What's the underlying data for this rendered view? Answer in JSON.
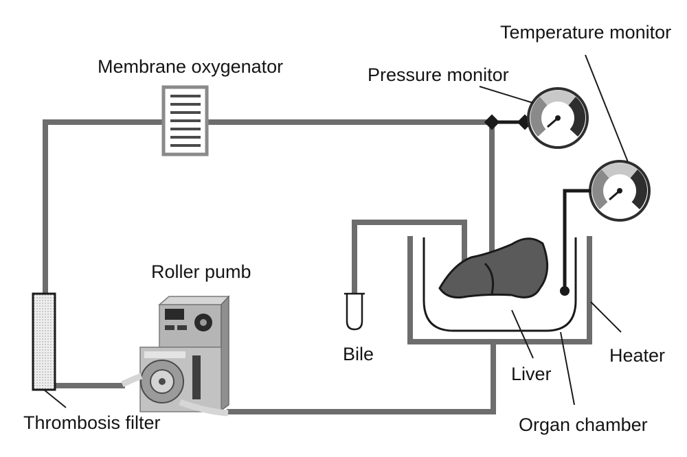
{
  "labels": {
    "membrane_oxygenator": "Membrane oxygenator",
    "pressure_monitor": "Pressure monitor",
    "temperature_monitor": "Temperature monitor",
    "roller_pump": "Roller pumb",
    "bile": "Bile",
    "heater": "Heater",
    "liver": "Liver",
    "organ_chamber": "Organ chamber",
    "thrombosis_filter": "Thrombosis filter"
  },
  "colors": {
    "tubing": "#6d6d6d",
    "outline": "#1a1a1a",
    "liver": "#5a5a5a",
    "gauge_dark": "#2e2e2e",
    "gauge_mid": "#8a8a8a",
    "gauge_light": "#c8c8c8"
  },
  "icons": [
    "oxygenator-icon",
    "pressure-gauge-icon",
    "temperature-gauge-icon",
    "roller-pump-icon",
    "bile-tube-icon",
    "liver-icon",
    "thrombosis-filter-icon"
  ]
}
